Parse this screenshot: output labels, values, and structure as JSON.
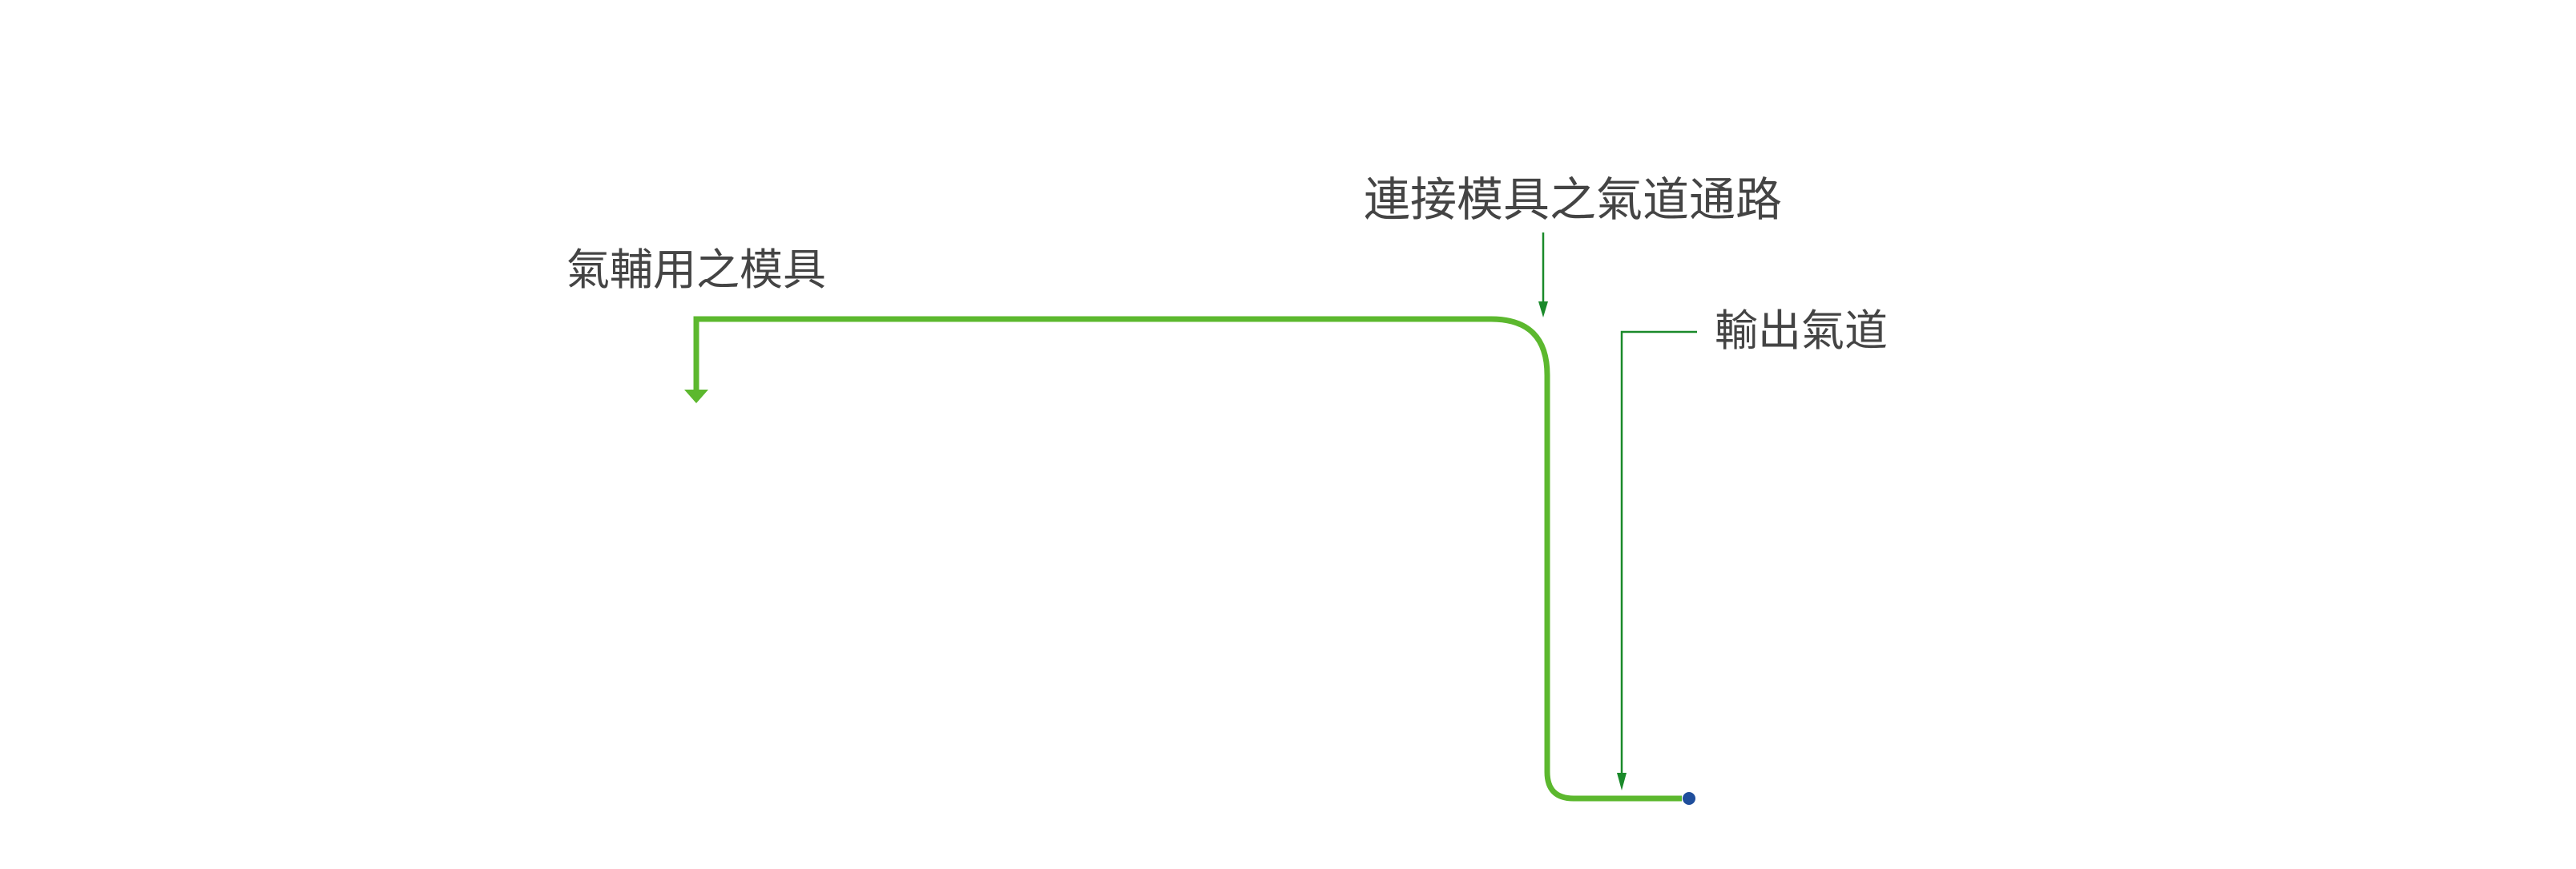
{
  "labels": {
    "mold": "氣輔用之模具",
    "connecting_channel": "連接模具之氣道通路",
    "output_channel": "輸出氣道"
  },
  "colors": {
    "main_path": "#5cb82e",
    "leader_line": "#1a8a2a",
    "end_point": "#1f4e9c",
    "text": "#444444"
  }
}
